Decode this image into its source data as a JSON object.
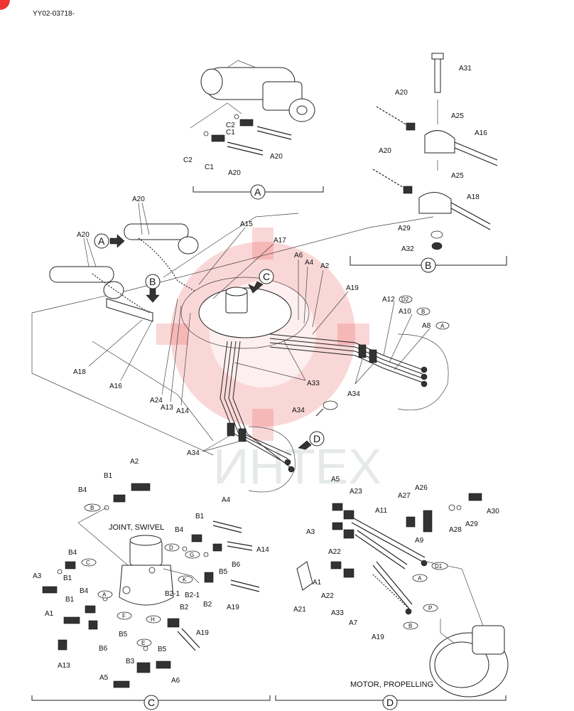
{
  "doc_code": "YY02-03718-",
  "watermark_text": "ИНТЕХ",
  "views": {
    "a": "A",
    "b": "B",
    "c": "C",
    "d": "D"
  },
  "titles": {
    "joint_swivel": "JOINT, SWIVEL",
    "motor_propelling": "MOTOR, PROPELLING"
  },
  "labels": {
    "a1": "A1",
    "a2": "A2",
    "a3": "A3",
    "a4": "A4",
    "a5": "A5",
    "a6": "A6",
    "a7": "A7",
    "a8": "A8",
    "a9": "A9",
    "a10": "A10",
    "a11": "A11",
    "a12": "A12",
    "a13": "A13",
    "a14": "A14",
    "a15": "A15",
    "a16": "A16",
    "a17": "A17",
    "a18": "A18",
    "a19": "A19",
    "a20": "A20",
    "a21": "A21",
    "a22": "A22",
    "a23": "A23",
    "a24": "A24",
    "a25": "A25",
    "a26": "A26",
    "a27": "A27",
    "a28": "A28",
    "a29": "A29",
    "a30": "A30",
    "a31": "A31",
    "a32": "A32",
    "a33": "A33",
    "a34": "A34",
    "b1": "B1",
    "b2": "B2",
    "b2_1": "B2-1",
    "b3": "B3",
    "b4": "B4",
    "b5": "B5",
    "b6": "B6",
    "c1": "C1",
    "c2": "C2"
  },
  "ports": {
    "a": "A",
    "b": "B",
    "c": "C",
    "d": "D",
    "d1": "D1",
    "d2": "D2",
    "e": "E",
    "f": "F",
    "g": "G",
    "h": "H",
    "k": "K",
    "p": "P"
  }
}
